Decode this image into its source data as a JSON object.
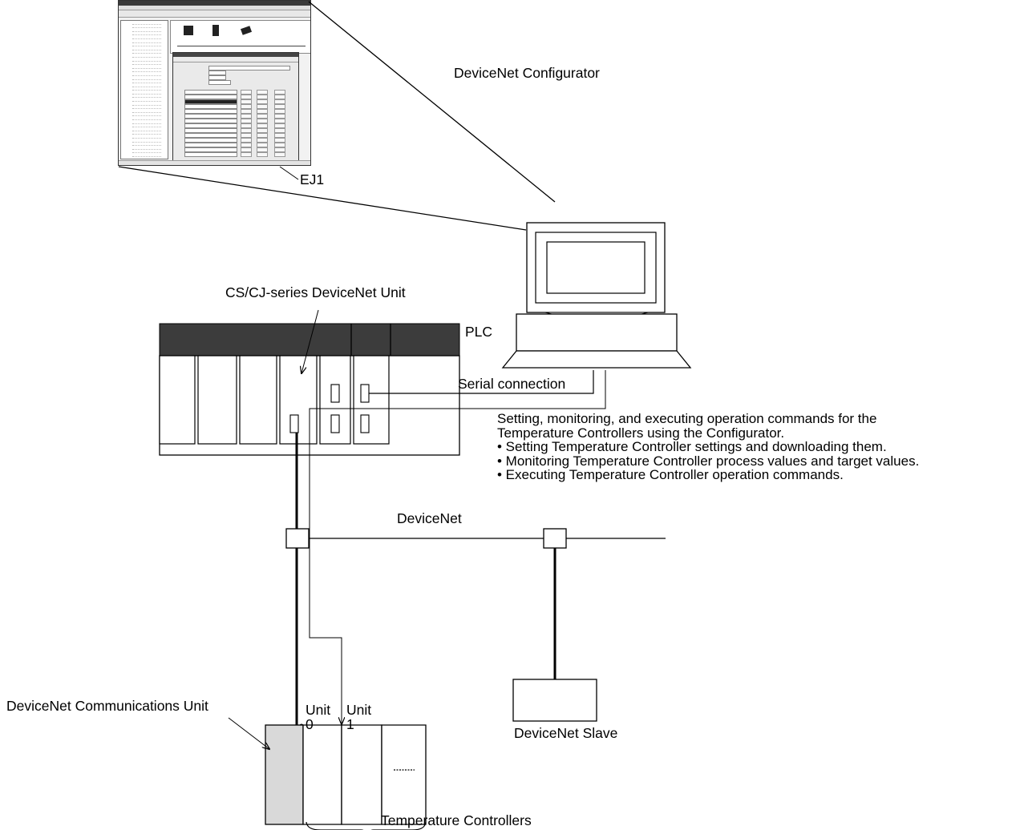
{
  "labels": {
    "configurator": "DeviceNet Configurator",
    "ej1": "EJ1",
    "devicenet_unit": "CS/CJ-series DeviceNet Unit",
    "plc": "PLC",
    "serial": "Serial connection",
    "devicenet": "DeviceNet",
    "comm_unit": "DeviceNet Communications Unit",
    "unit0_line1": "Unit",
    "unit0_line2": "0",
    "unit1_line1": "Unit",
    "unit1_line2": "1",
    "slave": "DeviceNet Slave",
    "temp_controllers": "Temperature Controllers"
  },
  "description": {
    "line1": "Setting, monitoring, and executing operation commands for the",
    "line2": "Temperature Controllers using the Configurator.",
    "bullets": [
      "• Setting Temperature Controller settings and downloading them.",
      "• Monitoring Temperature Controller process values and target values.",
      "• Executing Temperature Controller operation commands."
    ]
  },
  "colors": {
    "plc_header": "#3c3c3c",
    "comm_unit_fill": "#d9d9d9",
    "line": "#000000"
  }
}
